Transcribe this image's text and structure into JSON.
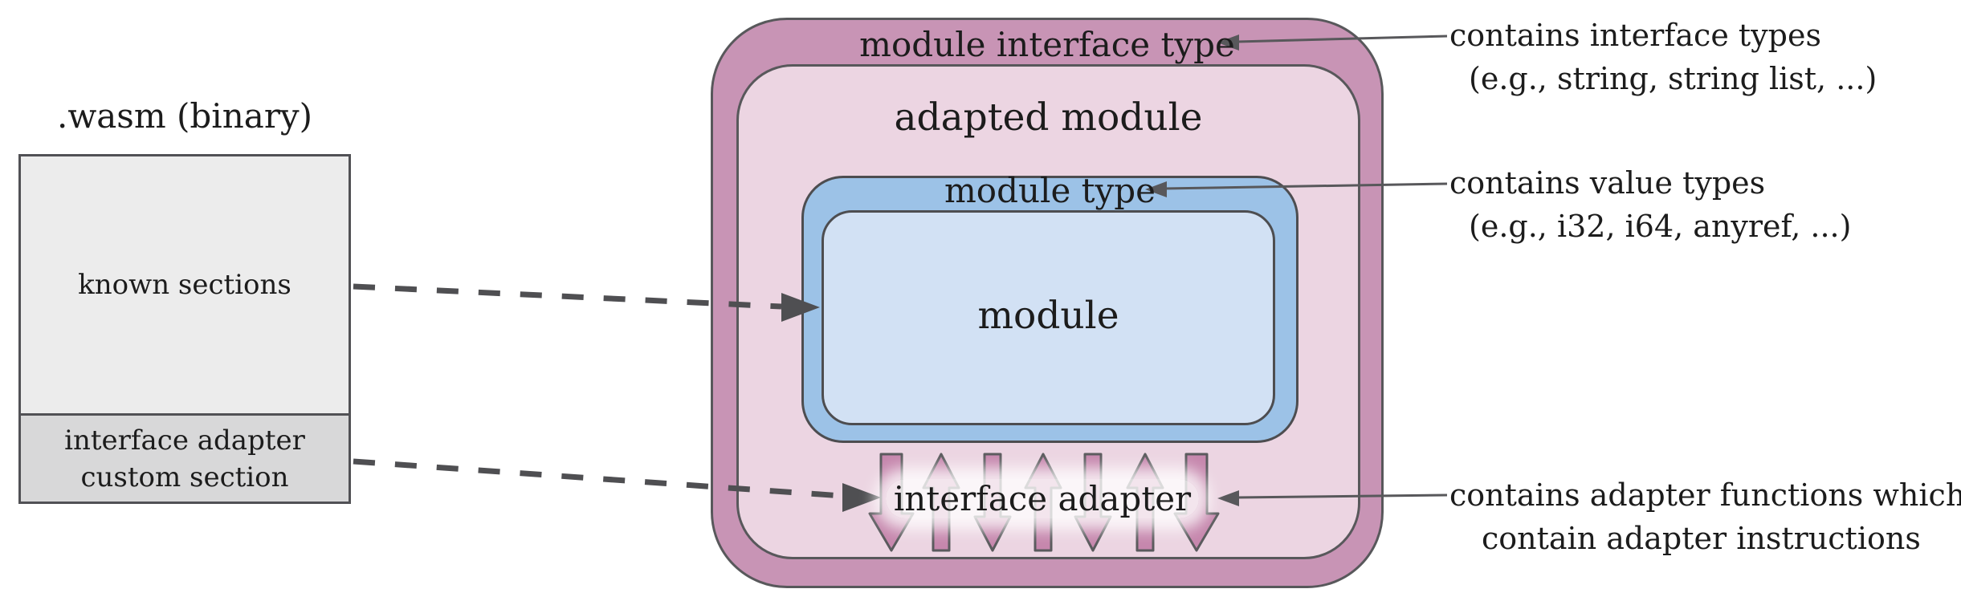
{
  "wasm_file": {
    "title": ".wasm (binary)",
    "known_sections_label": "known sections",
    "custom_section_line1": "interface adapter",
    "custom_section_line2": "custom section"
  },
  "module_diagram": {
    "module_interface_type_label": "module interface type",
    "adapted_module_label": "adapted module",
    "module_type_label": "module type",
    "module_label": "module",
    "interface_adapter_label": "interface adapter",
    "adapter_arrow_directions": [
      "down",
      "up",
      "down",
      "up",
      "down",
      "up",
      "down"
    ]
  },
  "annotations": {
    "interface_types": {
      "line1": "contains interface types",
      "line2": "(e.g., string, string list, ...)"
    },
    "value_types": {
      "line1": "contains value types",
      "line2": "(e.g., i32, i64, anyref, ...)"
    },
    "adapter_functions": {
      "line1": "contains adapter functions which",
      "line2": "contain adapter instructions"
    }
  },
  "colors": {
    "module_interface_type_box": "#c894b5",
    "adapted_module_box": "#ecd5e2",
    "module_type_box": "#9cc2e7",
    "module_box": "#d2e1f4",
    "adapter_arrow_fill": "#c687ad",
    "wasm_box_bg": "#ececec",
    "wasm_custom_section_bg": "#d8d8d9",
    "line": "#4f4f52",
    "text": "#1c1c1c"
  }
}
